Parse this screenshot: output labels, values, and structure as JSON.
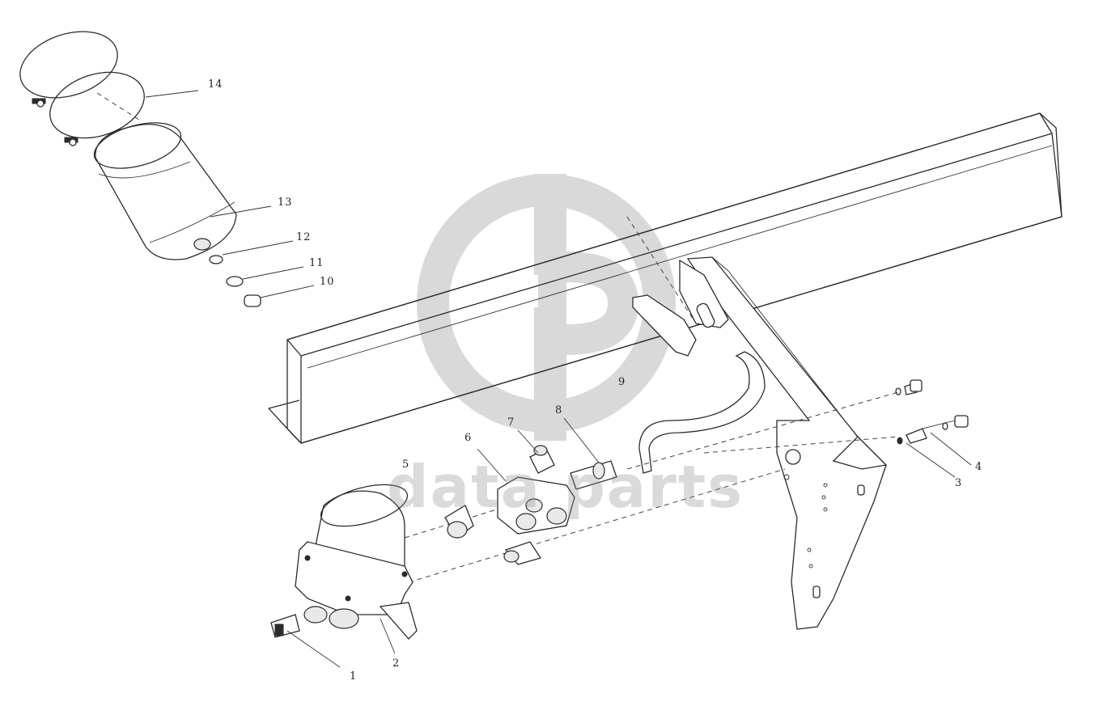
{
  "diagram": {
    "callouts": [
      {
        "id": "1",
        "label": "1"
      },
      {
        "id": "2",
        "label": "2"
      },
      {
        "id": "3",
        "label": "3"
      },
      {
        "id": "4",
        "label": "4"
      },
      {
        "id": "5",
        "label": "5"
      },
      {
        "id": "6",
        "label": "6"
      },
      {
        "id": "7",
        "label": "7"
      },
      {
        "id": "8",
        "label": "8"
      },
      {
        "id": "9",
        "label": "9"
      },
      {
        "id": "10",
        "label": "10"
      },
      {
        "id": "11",
        "label": "11"
      },
      {
        "id": "12",
        "label": "12"
      },
      {
        "id": "13",
        "label": "13"
      },
      {
        "id": "14",
        "label": "14"
      }
    ],
    "watermark": {
      "text": "data parts",
      "color": "#8c8c8c"
    }
  }
}
